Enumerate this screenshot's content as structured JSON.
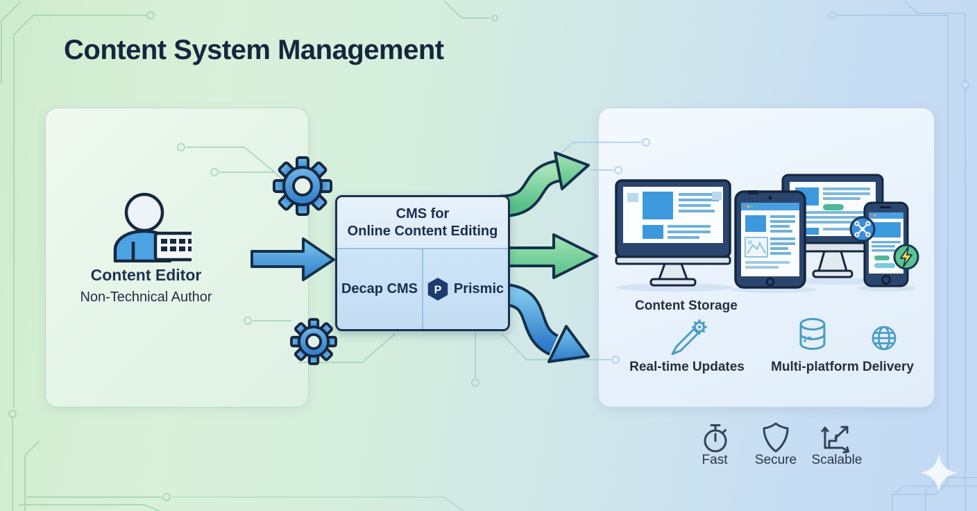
{
  "title": "Content System Management",
  "editor": {
    "title": "Content Editor",
    "subtitle": "Non-Technical Author",
    "icon": "person-keyboard-icon"
  },
  "cms": {
    "header_line1": "CMS for",
    "header_line2": "Online Content Editing",
    "providers": [
      {
        "name": "Decap CMS"
      },
      {
        "name": "Prismic",
        "logo_letter": "P",
        "logo_icon": "prismic-hexagon-logo"
      }
    ]
  },
  "output": {
    "storage_label": "Content Storage",
    "features": [
      {
        "label": "Real-time Updates",
        "icon": "pencil-gear-icon"
      },
      {
        "label": "Multi-platform Delivery",
        "icons": [
          "database-icon",
          "globe-icon"
        ]
      }
    ],
    "device_icons": [
      "desktop-monitor-icon",
      "tablet-icon",
      "desktop-monitor-icon",
      "smartphone-icon",
      "connectivity-badge-icon",
      "lightning-badge-icon"
    ]
  },
  "footer": {
    "items": [
      {
        "label": "Fast",
        "icon": "stopwatch-icon"
      },
      {
        "label": "Secure",
        "icon": "shield-icon"
      },
      {
        "label": "Scalable",
        "icon": "growth-arrows-icon"
      }
    ]
  },
  "decor": {
    "background_style": "circuit-board-traces",
    "sparkle_icon": "sparkle-icon"
  },
  "colors": {
    "background_left": "#d5eed6",
    "background_right": "#c4daf3",
    "navy_outline": "#16283f",
    "arrow_green": "#5cc98e",
    "arrow_blue": "#3b8ed6",
    "panel_green": "#e9f6ec",
    "panel_blue": "#edf5fc",
    "cms_fill": "#c9e2f6",
    "icon_teal": "#4a9cc4",
    "badge_green": "#57c492",
    "bolt_yellow": "#f6d94d"
  }
}
